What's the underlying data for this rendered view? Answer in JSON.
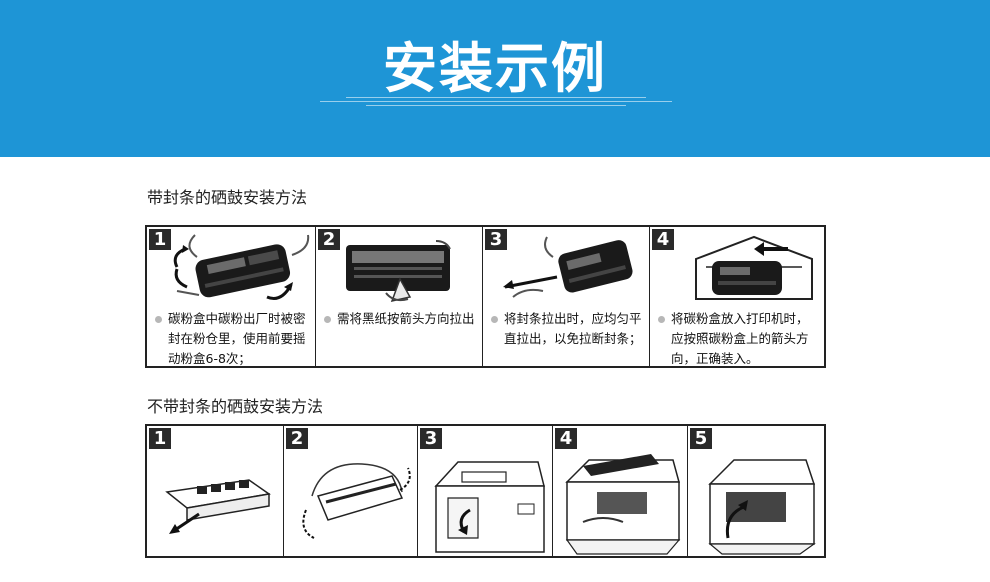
{
  "banner": {
    "title": "安装示例",
    "background": "#1e95d6"
  },
  "section_sealed": {
    "title": "带封条的硒鼓安装方法",
    "steps": [
      {
        "number": "1",
        "caption": "碳粉盒中碳粉出厂时被密封在粉仓里，使用前要摇动粉盒6-8次；"
      },
      {
        "number": "2",
        "caption": "需将黑纸按箭头方向拉出"
      },
      {
        "number": "3",
        "caption": "将封条拉出时，应均匀平直拉出，以免拉断封条；"
      },
      {
        "number": "4",
        "caption": "将碳粉盒放入打印机时，应按照碳粉盒上的箭头方向，正确装入。"
      }
    ]
  },
  "section_unsealed": {
    "title": "不带封条的硒鼓安装方法",
    "steps": [
      {
        "number": "1"
      },
      {
        "number": "2"
      },
      {
        "number": "3"
      },
      {
        "number": "4"
      },
      {
        "number": "5"
      }
    ]
  }
}
